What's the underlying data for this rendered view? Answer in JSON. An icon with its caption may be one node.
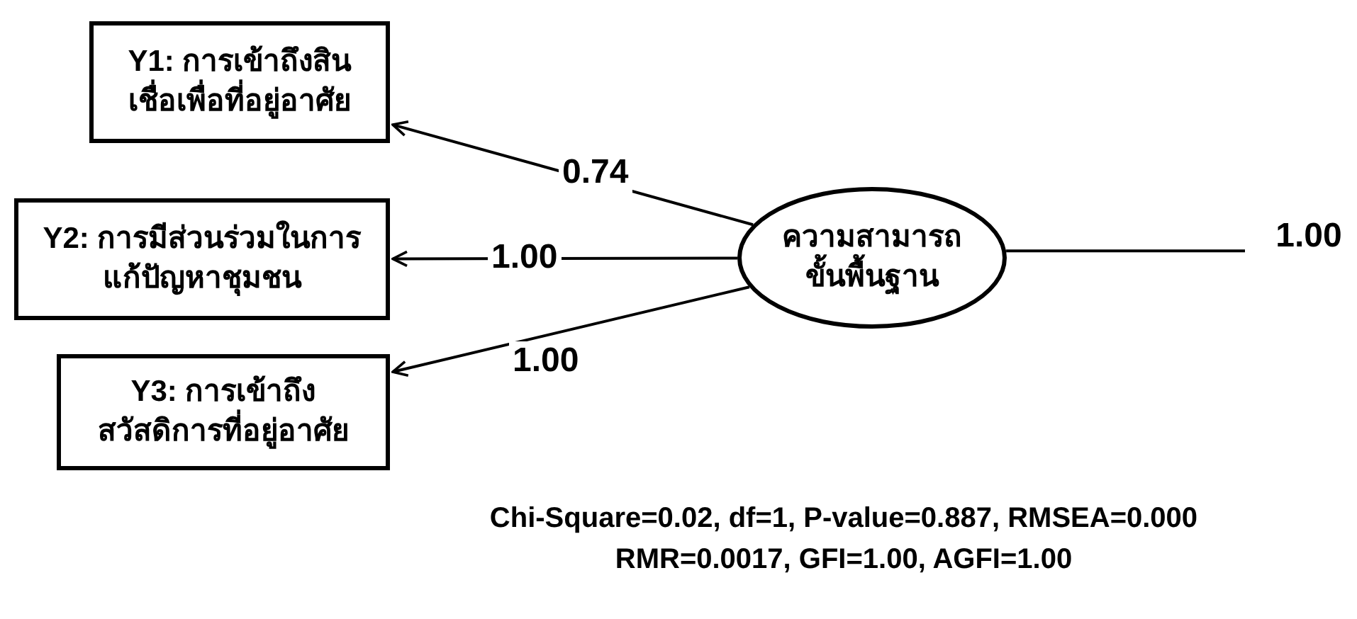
{
  "diagram": {
    "nodes": [
      {
        "text": [
          "Y1: การเข้าถึงสินเชื่อเพื่อที่อยู่อาศัย"
        ]
      },
      {
        "text": [
          "Y2: การมีส่วนร่วมในการแก้ปัญหาชุมชน"
        ]
      },
      {
        "text": [
          "Y3: การเข้าถึงสวัสดิการที่อยู่อาศัย"
        ]
      },
      {
        "text": [
          "ความสามารถขั้นพื้นฐาน"
        ]
      },
      {
        "text": [
          "1.00"
        ]
      }
    ],
    "edges": [
      {
        "from": 3,
        "to": 0,
        "arrow": "to",
        "label": "0.74"
      },
      {
        "from": 3,
        "to": 1,
        "arrow": "to",
        "label": "1.00"
      },
      {
        "from": 3,
        "to": 2,
        "arrow": "to",
        "label": "1.00"
      },
      {
        "from": 3,
        "to": 4,
        "arrow": "none"
      }
    ],
    "labels": [
      "Chi-Square=0.02, df=1, P-value=0.887, RMSEA=0.000 RMR=0.0017, GFI=1.00, AGFI=1.00"
    ]
  }
}
